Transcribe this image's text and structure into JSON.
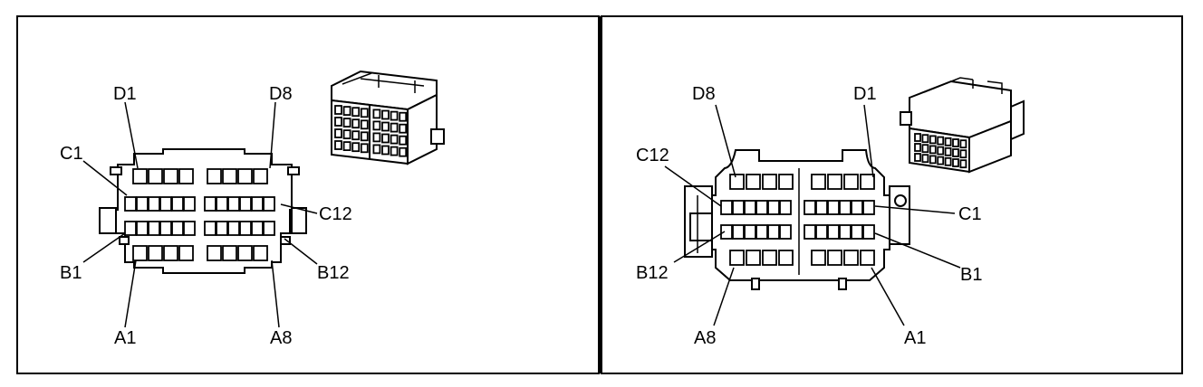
{
  "panels": [
    {
      "view": "front",
      "labels": {
        "d_first": "D1",
        "d_last": "D8",
        "c_first": "C1",
        "c_last": "C12",
        "b_first": "B1",
        "b_last": "B12",
        "a_first": "A1",
        "a_last": "A8"
      }
    },
    {
      "view": "rear",
      "labels": {
        "d_first": "D8",
        "d_last": "D1",
        "c_first": "C12",
        "c_last": "C1",
        "b_first": "B12",
        "b_last": "B1",
        "a_first": "A8",
        "a_last": "A1"
      }
    }
  ],
  "rows": {
    "D": {
      "cavities": 8
    },
    "C": {
      "cavities": 12
    },
    "B": {
      "cavities": 12
    },
    "A": {
      "cavities": 8
    }
  },
  "icons": [
    "connector-iso-front-icon",
    "connector-iso-rear-icon"
  ]
}
